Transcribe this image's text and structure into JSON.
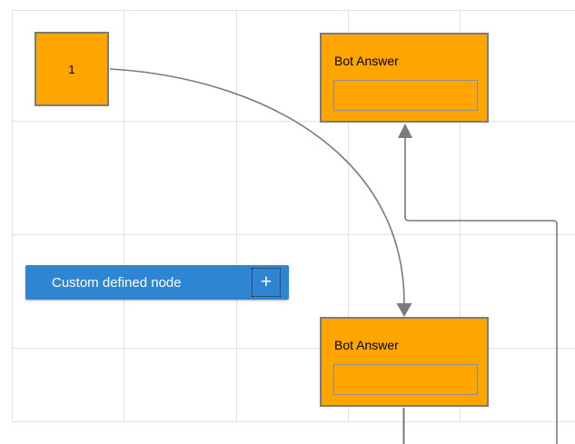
{
  "diagram": {
    "nodes": {
      "start": {
        "label": "1"
      },
      "bot_answer_top": {
        "title": "Bot Answer",
        "field_value": ""
      },
      "bot_answer_bottom": {
        "title": "Bot Answer",
        "field_value": ""
      },
      "custom": {
        "label": "Custom defined node",
        "add_icon": "+"
      }
    },
    "connectors": [
      {
        "from": "start",
        "to": "bot_answer_bottom",
        "style": "curved",
        "arrow": "end"
      },
      {
        "from": "offscreen-bottom-right",
        "to": "bot_answer_top",
        "style": "orthogonal",
        "arrow": "end"
      },
      {
        "from": "bot_answer_bottom",
        "to": "offscreen-bottom",
        "style": "straight",
        "arrow": "none"
      }
    ]
  },
  "colors": {
    "node_fill": "#FFA500",
    "node_border": "#7B7B7B",
    "node_text": "#000000",
    "field_border": "#8E8E8E",
    "connector": "#7A7A7A",
    "grid_line": "#E1E1E1",
    "custom_node_fill": "#2E86D3",
    "custom_node_text": "#FFFFFF"
  }
}
